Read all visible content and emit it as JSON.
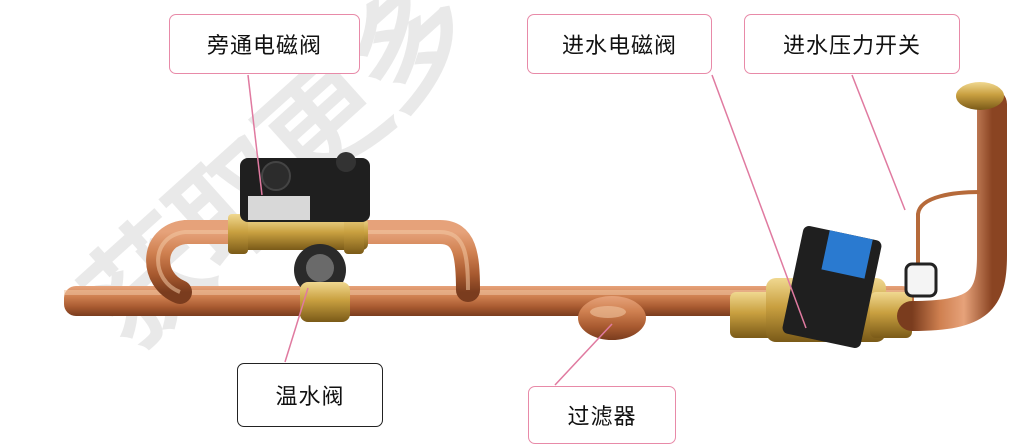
{
  "callouts": {
    "bypass_valve": "旁通电磁阀",
    "inlet_valve": "进水电磁阀",
    "pressure_switch": "进水压力开关",
    "temp_valve": "温水阀",
    "filter": "过滤器"
  },
  "watermark": "获取更多",
  "colors": {
    "callout_border_pink": "#e88aa8",
    "callout_border_dark": "#222222",
    "leader_line": "#e07aa0",
    "copper": "#c87840",
    "brass": "#c9a040",
    "solenoid_body": "#1f1f1f"
  }
}
